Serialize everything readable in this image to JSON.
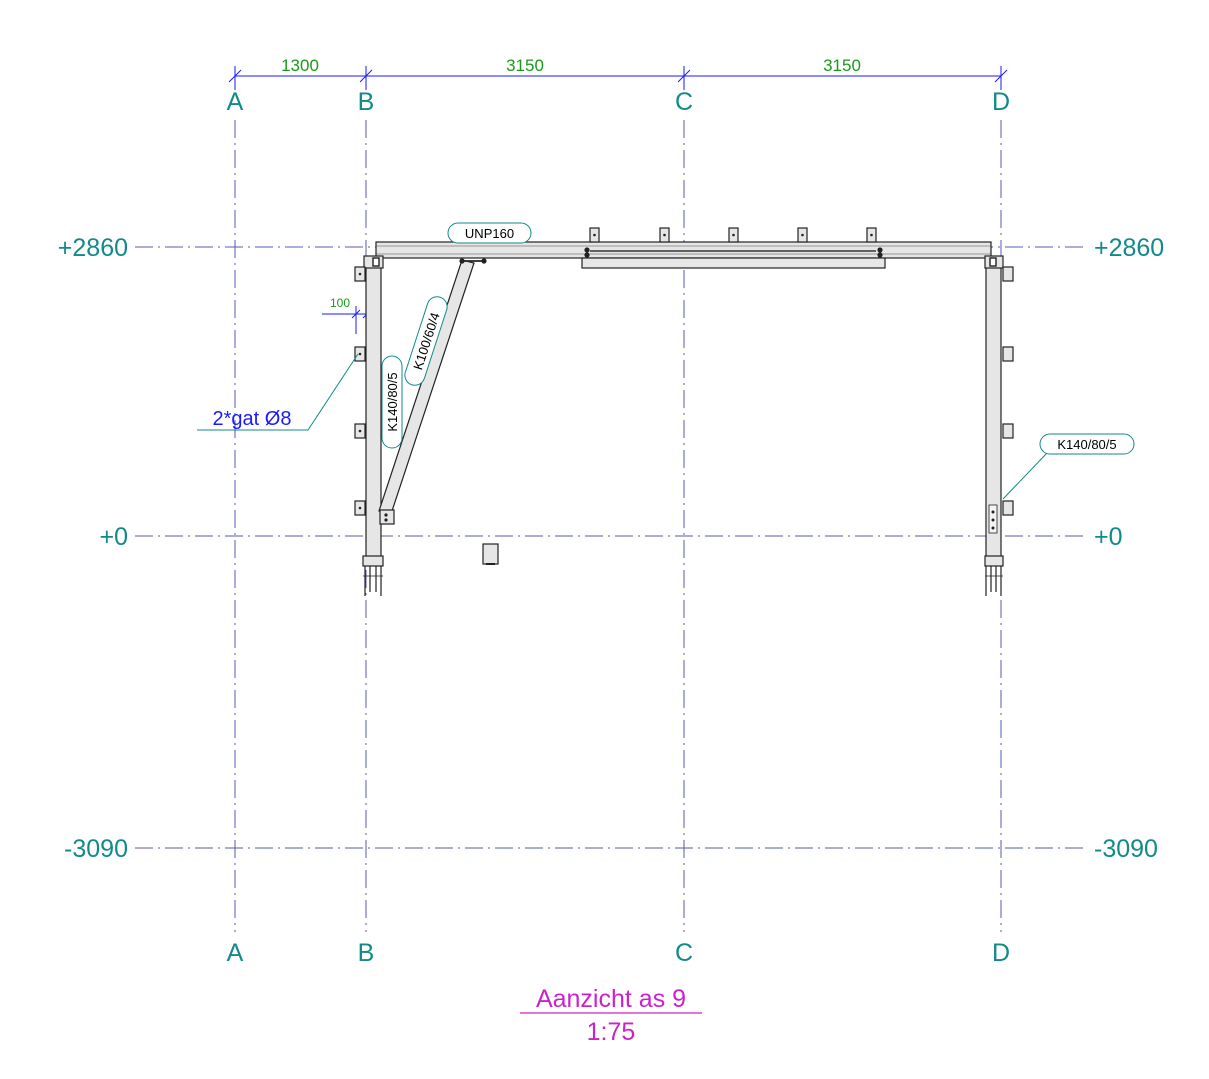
{
  "colors": {
    "grid_line": "#5a5ab0",
    "grid_label": "#138a8a",
    "dimension_line": "#1a1aff",
    "dimension_text": "#1a9a1a",
    "steel_fill": "#e6e6e6",
    "steel_stroke": "#222222",
    "note_text": "#1a1aff",
    "leader": "#138a8a",
    "title": "#cc22cc"
  },
  "grid_axes": [
    {
      "name": "A",
      "top_label": "A",
      "bottom_label": "A"
    },
    {
      "name": "B",
      "top_label": "B",
      "bottom_label": "B"
    },
    {
      "name": "C",
      "top_label": "C",
      "bottom_label": "C"
    },
    {
      "name": "D",
      "top_label": "D",
      "bottom_label": "D"
    }
  ],
  "levels": [
    {
      "name": "top",
      "left_label": "+2860",
      "right_label": "+2860"
    },
    {
      "name": "zero",
      "left_label": "+0",
      "right_label": "+0"
    },
    {
      "name": "bottom",
      "left_label": "-3090",
      "right_label": "-3090"
    }
  ],
  "dimensions": {
    "a_b": "1300",
    "b_c": "3150",
    "c_d": "3150",
    "offset": "100"
  },
  "members": {
    "beam": "UNP160",
    "column_left": "K140/80/5",
    "brace": "K100/60/4",
    "column_right": "K140/80/5"
  },
  "note": "2*gat Ø8",
  "title": {
    "name": "Aanzicht as 9",
    "scale": "1:75"
  }
}
